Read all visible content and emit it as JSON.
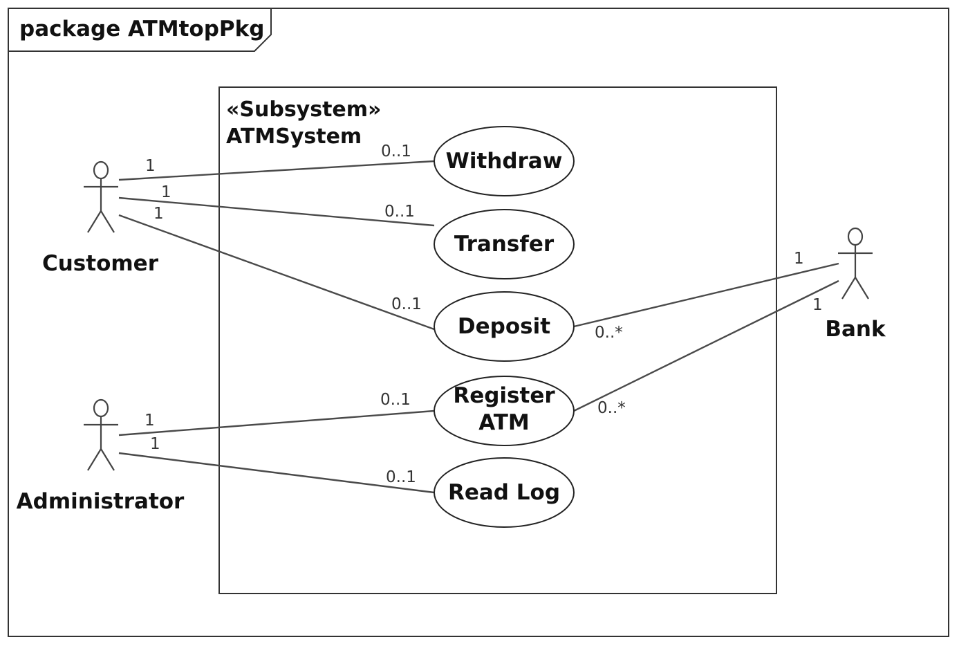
{
  "package": {
    "title": "package ATMtopPkg"
  },
  "subsystem": {
    "stereotype": "«Subsystem»",
    "name": "ATMSystem"
  },
  "use_cases": {
    "withdraw": "Withdraw",
    "transfer": "Transfer",
    "deposit": "Deposit",
    "register_line1": "Register",
    "register_line2": "ATM",
    "read_log": "Read Log"
  },
  "actors": {
    "customer": "Customer",
    "administrator": "Administrator",
    "bank": "Bank"
  },
  "multiplicities": {
    "customer_withdraw_actor": "1",
    "customer_withdraw_usecase": "0..1",
    "customer_transfer_actor": "1",
    "customer_transfer_usecase": "0..1",
    "customer_deposit_actor": "1",
    "customer_deposit_usecase": "0..1",
    "admin_register_actor": "1",
    "admin_register_usecase": "0..1",
    "admin_readlog_actor": "1",
    "admin_readlog_usecase": "0..1",
    "bank_deposit_actor": "1",
    "bank_deposit_usecase": "0..*",
    "bank_register_actor": "1",
    "bank_register_usecase": "0..*"
  }
}
